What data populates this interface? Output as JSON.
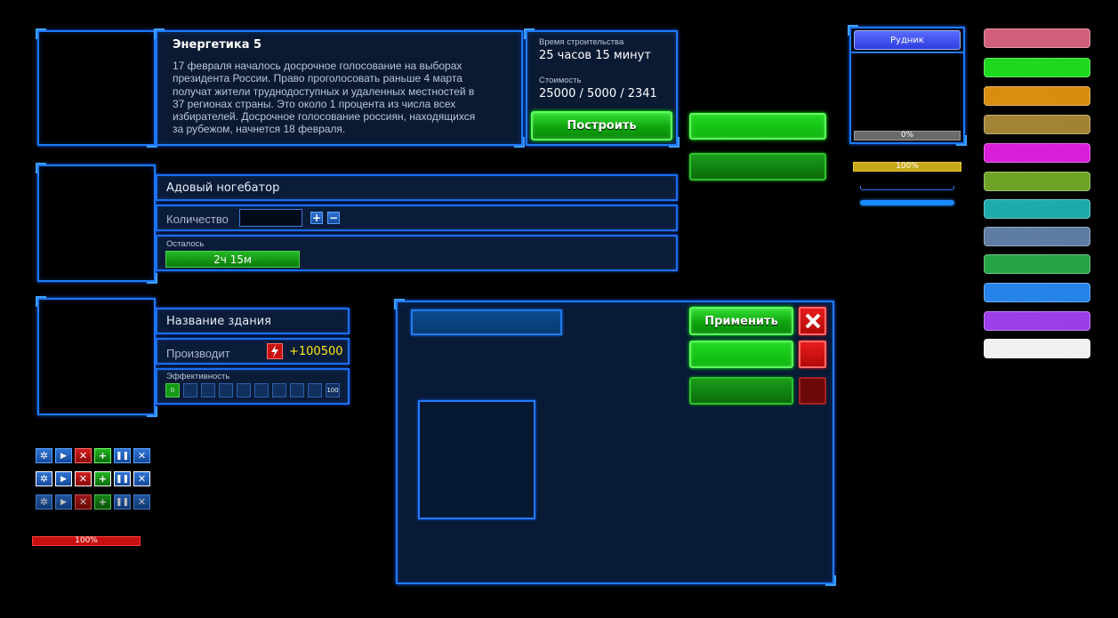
{
  "building_card": {
    "title": "Энергетика 5",
    "description": "17 февраля началось досрочное голосование на выборах президента России. Право проголосовать раньше 4 марта получат жители труднодоступных и удаленных местностей в 37 регионах страны. Это около 1 процента из числа всех избирателей. Досрочное голосование россиян, находящихся за рубежом, начнется 18 февраля.",
    "build_time_label": "Время строительства",
    "build_time_value": "25 часов 15 минут",
    "cost_label": "Стоимость",
    "cost_value": "25000 / 5000 / 2341",
    "build_button": "Построить"
  },
  "unit_card": {
    "name": "Адовый ногебатор",
    "quantity_label": "Количество",
    "quantity_value": "",
    "plus_icon": "plus-icon",
    "minus_icon": "minus-icon",
    "remaining_label": "Осталось",
    "remaining_value": "2ч 15м"
  },
  "production_card": {
    "name": "Название здания",
    "produces_label": "Производит",
    "produces_value": "+100500",
    "produces_icon": "lightning-icon",
    "efficiency_label": "Эффективность",
    "efficiency_min": "0",
    "efficiency_max": "100"
  },
  "dialog": {
    "apply_button": "Применить",
    "close_icon": "close-icon"
  },
  "mine_widget": {
    "title": "Рудник",
    "progress_text": "0%",
    "progress": 0
  },
  "yellow_bar": {
    "text": "100%",
    "progress": 1.0
  },
  "red_bar": {
    "text": "100%",
    "progress": 1.0
  },
  "icon_rows": [
    [
      "gear-icon",
      "play-icon",
      "close-icon",
      "plus-icon",
      "pause-icon",
      "close-icon"
    ],
    [
      "gear-icon",
      "play-icon",
      "close-icon",
      "plus-icon",
      "pause-icon",
      "close-icon"
    ],
    [
      "gear-icon",
      "play-icon",
      "close-icon",
      "plus-icon",
      "pause-icon",
      "close-icon"
    ]
  ],
  "swatch_colors": [
    "#d05a78",
    "#18d818",
    "#d88a08",
    "#a08030",
    "#d818d8",
    "#6aa020",
    "#18a8a8",
    "#5a78a0",
    "#20a040",
    "#2080e8",
    "#9a38e8",
    "#f0f0f0"
  ],
  "colors": {
    "accent_blue": "#1f7bff",
    "panel_bg": "#0a1a33",
    "green": "#10b510",
    "red": "#d21d1d",
    "yellow": "#c8a818",
    "highlight_yellow": "#ffe81a"
  }
}
